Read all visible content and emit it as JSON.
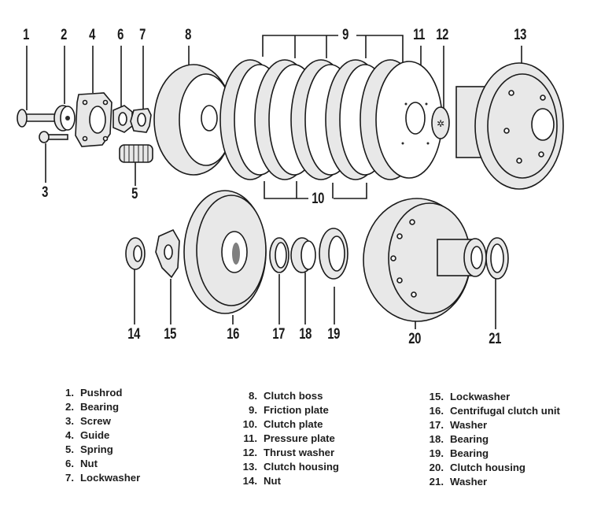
{
  "diagram": {
    "title": "Clutch assembly exploded view",
    "callouts": [
      "1",
      "2",
      "4",
      "6",
      "7",
      "8",
      "9",
      "11",
      "12",
      "13",
      "3",
      "5",
      "10",
      "14",
      "15",
      "16",
      "17",
      "18",
      "19",
      "20",
      "21"
    ]
  },
  "legend": {
    "column1": [
      {
        "num": "1.",
        "label": "Pushrod"
      },
      {
        "num": "2.",
        "label": "Bearing"
      },
      {
        "num": "3.",
        "label": "Screw"
      },
      {
        "num": "4.",
        "label": "Guide"
      },
      {
        "num": "5.",
        "label": "Spring"
      },
      {
        "num": "6.",
        "label": "Nut"
      },
      {
        "num": "7.",
        "label": "Lockwasher"
      }
    ],
    "column2": [
      {
        "num": "8.",
        "label": "Clutch boss"
      },
      {
        "num": "9.",
        "label": "Friction plate"
      },
      {
        "num": "10.",
        "label": "Clutch plate"
      },
      {
        "num": "11.",
        "label": "Pressure plate"
      },
      {
        "num": "12.",
        "label": "Thrust washer"
      },
      {
        "num": "13.",
        "label": "Clutch housing"
      },
      {
        "num": "14.",
        "label": "Nut"
      }
    ],
    "column3": [
      {
        "num": "15.",
        "label": "Lockwasher"
      },
      {
        "num": "16.",
        "label": "Centrifugal clutch unit"
      },
      {
        "num": "17.",
        "label": "Washer"
      },
      {
        "num": "18.",
        "label": "Bearing"
      },
      {
        "num": "19.",
        "label": "Bearing"
      },
      {
        "num": "20.",
        "label": "Clutch housing"
      },
      {
        "num": "21.",
        "label": "Washer"
      }
    ]
  }
}
